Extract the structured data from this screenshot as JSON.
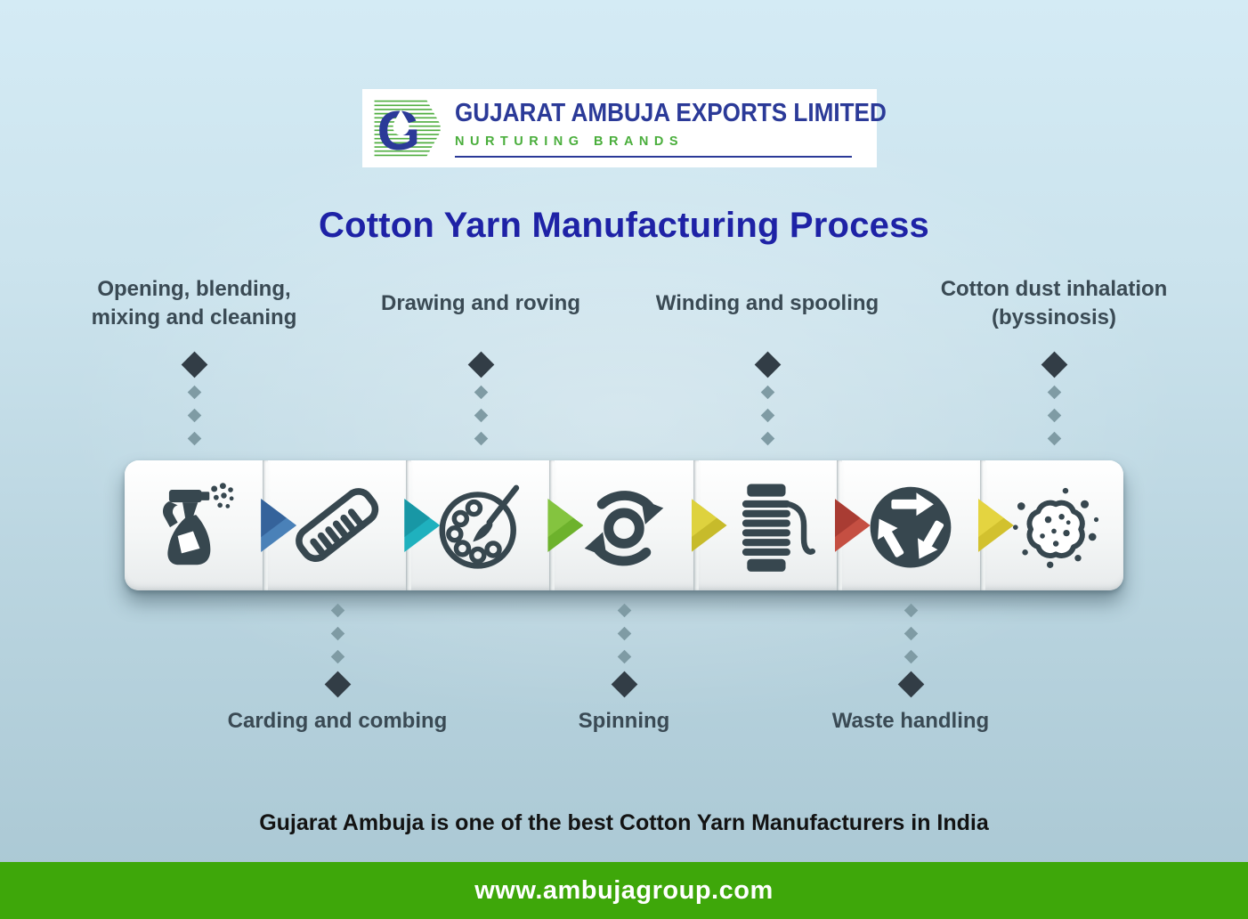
{
  "logo": {
    "company_name": "GUJARAT AMBUJA EXPORTS LIMITED",
    "brand_tagline": "NURTURING BRANDS",
    "monogram": "G"
  },
  "title": "Cotton Yarn Manufacturing Process",
  "stages": [
    {
      "label": "Opening, blending, mixing and cleaning",
      "label_position": "top",
      "icon": "spray-bottle-icon"
    },
    {
      "label": "Carding and combing",
      "label_position": "bottom",
      "icon": "comb-icon"
    },
    {
      "label": "Drawing and roving",
      "label_position": "top",
      "icon": "palette-brush-icon"
    },
    {
      "label": "Spinning",
      "label_position": "bottom",
      "icon": "spinning-arrows-icon"
    },
    {
      "label": "Winding and spooling",
      "label_position": "top",
      "icon": "yarn-spool-icon"
    },
    {
      "label": "Waste handling",
      "label_position": "bottom",
      "icon": "recycle-icon"
    },
    {
      "label": "Cotton dust inhalation (byssinosis)",
      "label_position": "top",
      "icon": "dust-cloud-icon"
    }
  ],
  "connector_arrows": [
    {
      "color": "#4a81b8",
      "shade": "#35639b"
    },
    {
      "color": "#1fb1be",
      "shade": "#1897a5"
    },
    {
      "color": "#6db22c",
      "shade": "#84c43f"
    },
    {
      "color": "#c7bb2b",
      "shade": "#ded23e"
    },
    {
      "color": "#c54f42",
      "shade": "#a93c33"
    },
    {
      "color": "#d2c12e",
      "shade": "#e4d440"
    }
  ],
  "tagline": "Gujarat Ambuja is one of the best Cotton Yarn Manufacturers in India",
  "footer": {
    "website": "www.ambujagroup.com"
  },
  "theme": {
    "title_color": "#1e22a6",
    "label_color": "#3a4a54",
    "icon_color": "#37474f",
    "diamond_small": "#7f9ba4",
    "diamond_large": "#323d46",
    "tagline_color": "#131313",
    "footer_bar": "#3ea70a",
    "footer_text": "#ffffff",
    "logo_blue": "#2b3a98",
    "logo_green": "#4aae3c",
    "card_bg": "#ffffff",
    "page_bg_top": "#d4ebf5",
    "page_bg_bottom": "#a9c7d3"
  }
}
